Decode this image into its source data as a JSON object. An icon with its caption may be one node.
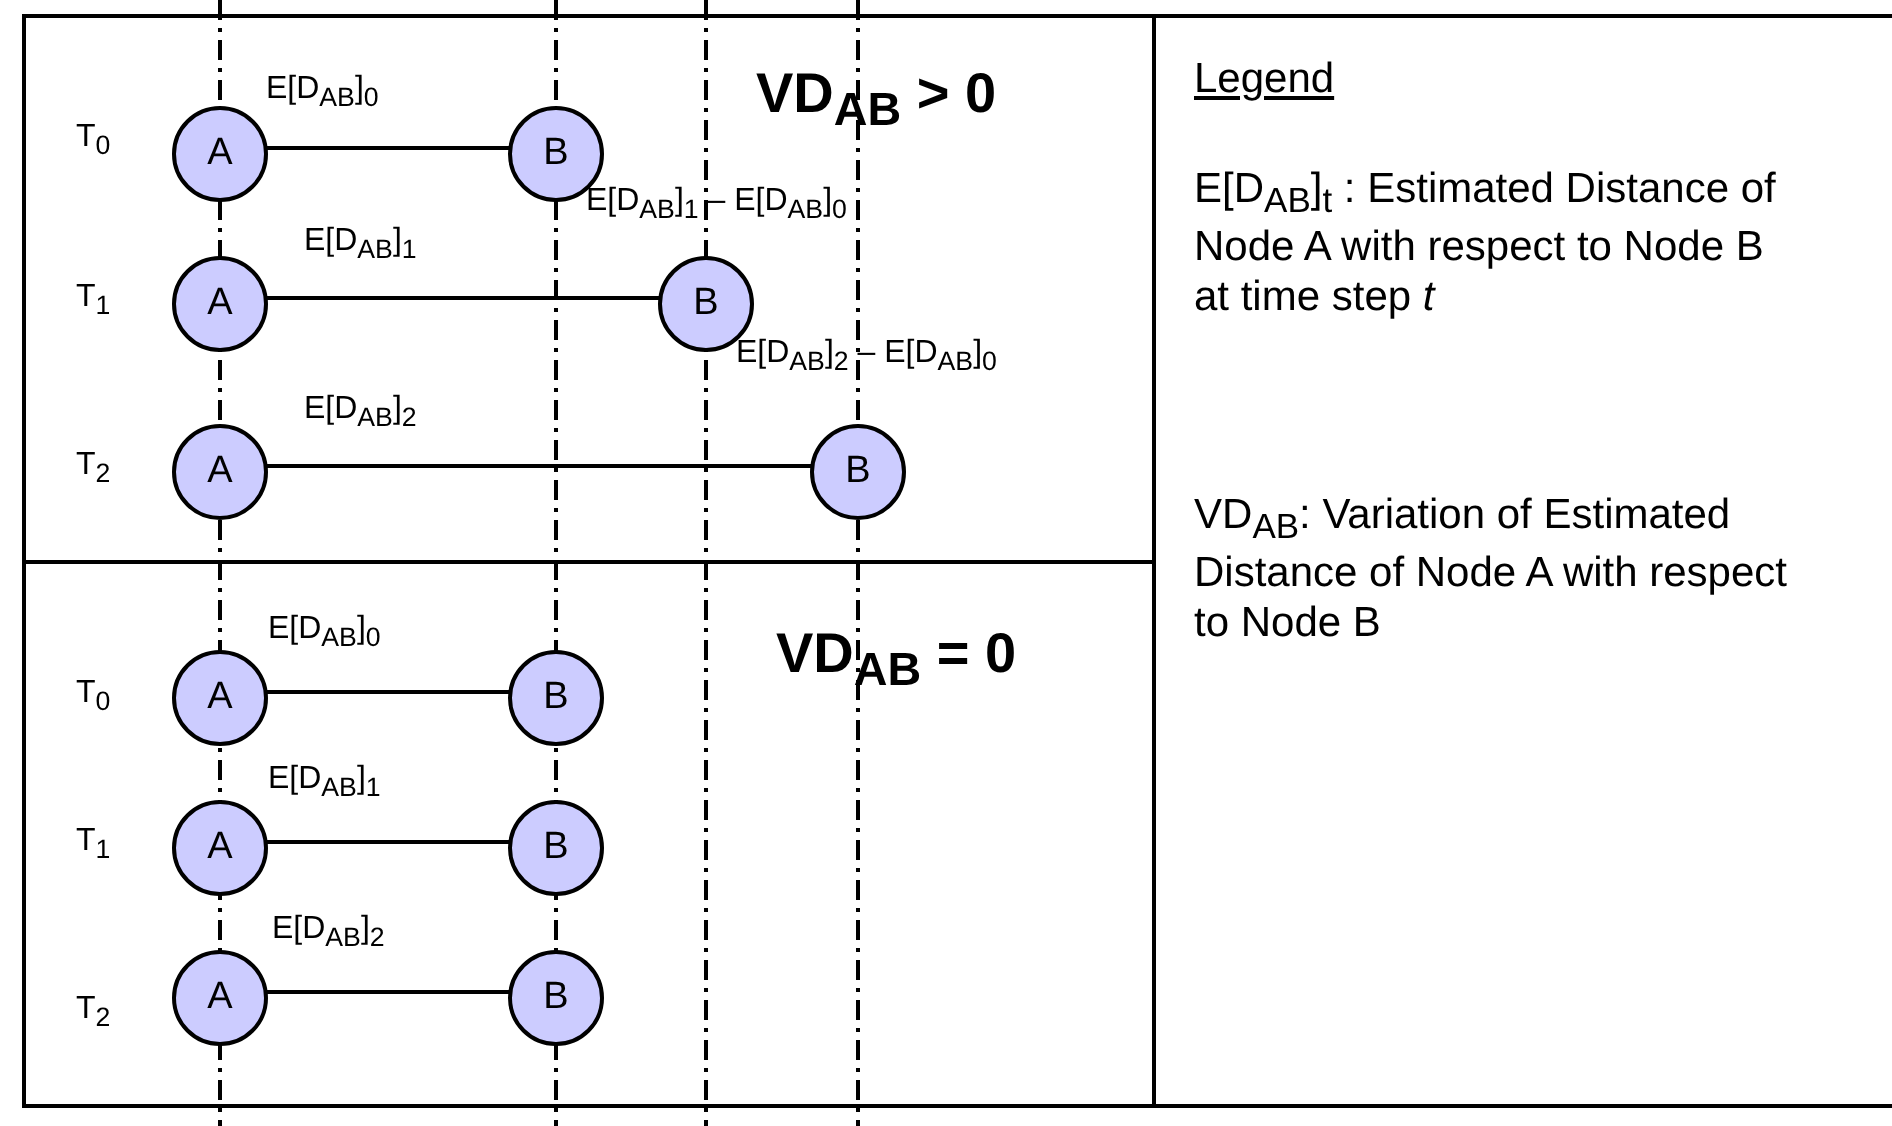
{
  "diagram": {
    "nodes": [
      {
        "text": [
          "VD$_{AB}$ > 0"
        ]
      },
      {
        "text": [
          "A"
        ],
        "in": 0
      },
      {
        "text": [
          "B"
        ],
        "in": 0
      },
      {
        "text": [
          "A"
        ],
        "in": 0
      },
      {
        "text": [
          "B"
        ],
        "in": 0
      },
      {
        "text": [
          "A"
        ],
        "in": 0
      },
      {
        "text": [
          "B"
        ],
        "in": 0
      },
      {
        "text": [
          "VD$_{AB}$ = 0"
        ]
      },
      {
        "text": [
          "A"
        ],
        "in": 7
      },
      {
        "text": [
          "B"
        ],
        "in": 7
      },
      {
        "text": [
          "A"
        ],
        "in": 7
      },
      {
        "text": [
          "B"
        ],
        "in": 7
      },
      {
        "text": [
          "A"
        ],
        "in": 7
      },
      {
        "text": [
          "B"
        ],
        "in": 7
      },
      {
        "text": [
          "Legend",
          "E[D$_{AB}$]$_{t}$ : Estimated Distance of Node A with respect to Node B at time step *t*",
          "VD$_{AB}$: Variation of Estimated Distance of Node A with respect to Node B"
        ]
      }
    ],
    "edges": [
      {
        "from": 1,
        "to": 2,
        "arrow": "none",
        "label": "E[D$_{AB}$]$_{0}$"
      },
      {
        "from": 3,
        "to": 4,
        "arrow": "none",
        "label": "E[D$_{AB}$]$_{1}$"
      },
      {
        "from": 5,
        "to": 6,
        "arrow": "none",
        "label": "E[D$_{AB}$]$_{2}$"
      },
      {
        "from": 8,
        "to": 9,
        "arrow": "none",
        "label": "E[D$_{AB}$]$_{0}$"
      },
      {
        "from": 10,
        "to": 11,
        "arrow": "none",
        "label": "E[D$_{AB}$]$_{1}$"
      },
      {
        "from": 12,
        "to": 13,
        "arrow": "none",
        "label": "E[D$_{AB}$]$_{2}$"
      }
    ],
    "labels": [
      "T$_{0}$",
      "E[D$_{AB}$]$_{1}$ – E[D$_{AB}$]$_{0}$",
      "T$_{1}$",
      "E[D$_{AB}$]$_{2}$ – E[D$_{AB}$]$_{0}$",
      "T$_{2}$",
      "T$_{0}$",
      "T$_{1}$",
      "T$_{2}$"
    ]
  }
}
